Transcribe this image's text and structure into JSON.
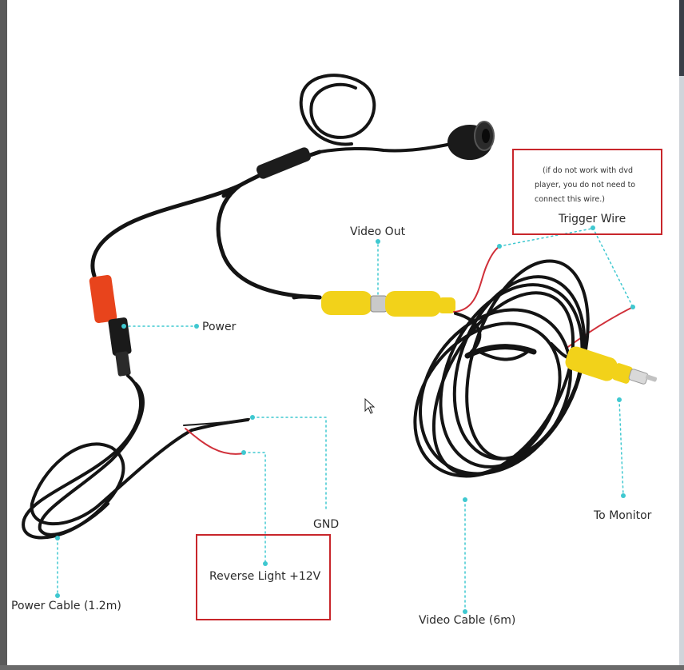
{
  "labels": {
    "video_out": "Video Out",
    "power": "Power",
    "trigger_wire": "Trigger Wire",
    "trigger_note_1": "(if do not work with dvd",
    "trigger_note_2": "player, you do not need to",
    "trigger_note_3": "connect this wire.)",
    "gnd": "GND",
    "reverse_light": "Reverse Light +12V",
    "to_monitor": "To Monitor",
    "power_cable": "Power Cable (1.2m)",
    "video_cable": "Video Cable (6m)"
  },
  "colors": {
    "cable": "#141414",
    "rca_yellow": "#f2d21a",
    "power_red": "#e8441c",
    "wire_red": "#d0303a",
    "leader": "#3fc8d0",
    "highlight_box": "#c8262b"
  },
  "icons": {
    "cursor": "mouse-pointer-icon"
  }
}
